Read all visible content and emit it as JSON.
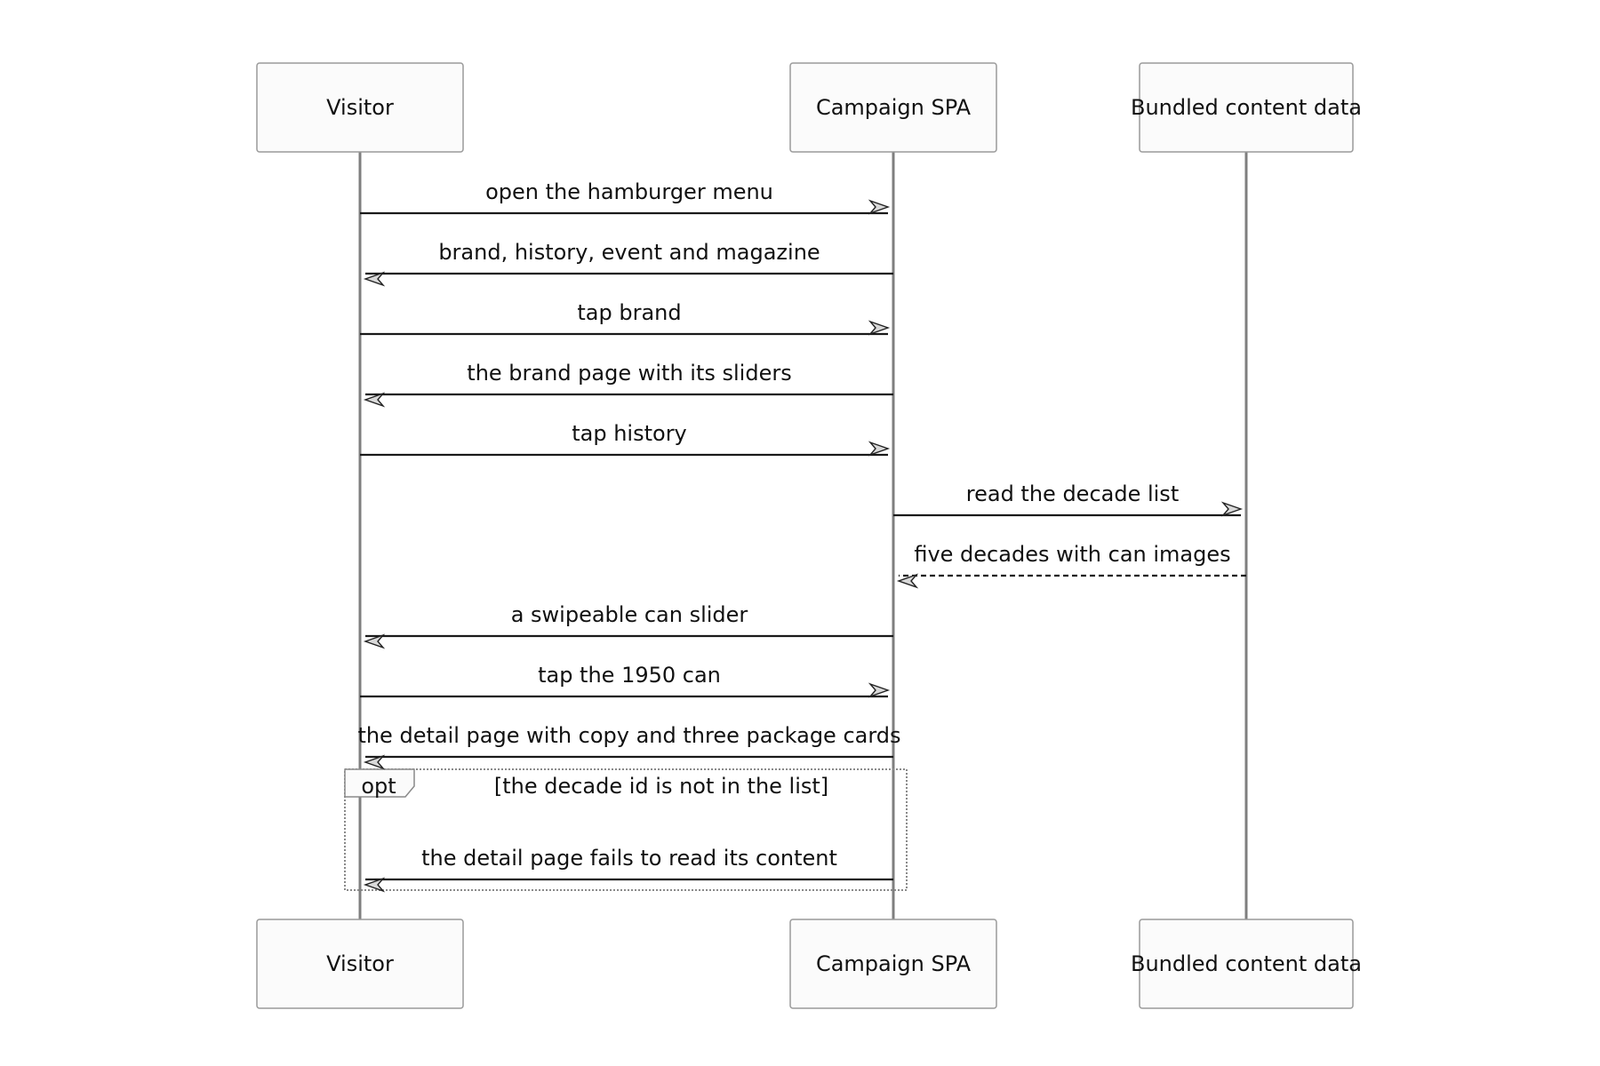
{
  "participants": [
    {
      "id": "visitor",
      "label": "Visitor"
    },
    {
      "id": "spa",
      "label": "Campaign SPA"
    },
    {
      "id": "content",
      "label": "Bundled content data"
    }
  ],
  "messages": [
    {
      "from": "visitor",
      "to": "spa",
      "text": "open the hamburger menu",
      "style": "solid"
    },
    {
      "from": "spa",
      "to": "visitor",
      "text": "brand, history, event and magazine",
      "style": "solid"
    },
    {
      "from": "visitor",
      "to": "spa",
      "text": "tap brand",
      "style": "solid"
    },
    {
      "from": "spa",
      "to": "visitor",
      "text": "the brand page with its sliders",
      "style": "solid"
    },
    {
      "from": "visitor",
      "to": "spa",
      "text": "tap history",
      "style": "solid"
    },
    {
      "from": "spa",
      "to": "content",
      "text": "read the decade list",
      "style": "solid"
    },
    {
      "from": "content",
      "to": "spa",
      "text": "five decades with can images",
      "style": "dashed"
    },
    {
      "from": "spa",
      "to": "visitor",
      "text": "a swipeable can slider",
      "style": "solid"
    },
    {
      "from": "visitor",
      "to": "spa",
      "text": "tap the 1950 can",
      "style": "solid"
    },
    {
      "from": "spa",
      "to": "visitor",
      "text": "the detail page with copy and three package cards",
      "style": "solid"
    },
    {
      "from": "spa",
      "to": "visitor",
      "text": "the detail page fails to read its content",
      "style": "solid"
    }
  ],
  "fragment": {
    "keyword": "opt",
    "condition": "[the decade id is not in the list]"
  }
}
